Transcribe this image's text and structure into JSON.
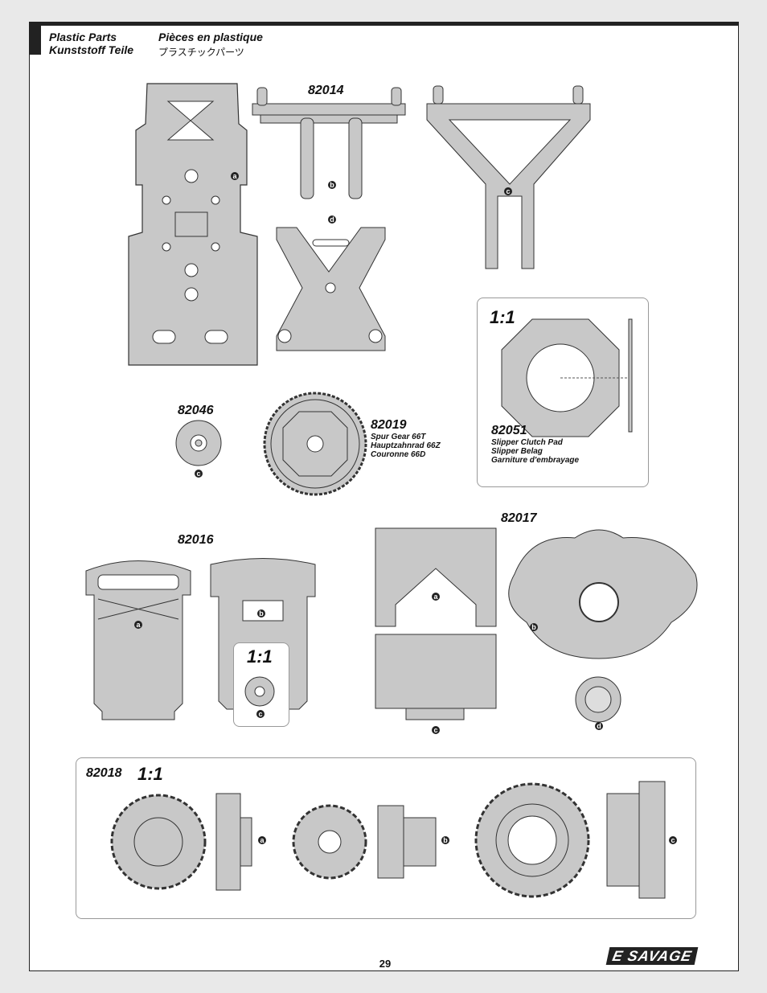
{
  "header": {
    "title_en": "Plastic Parts",
    "title_de": "Kunststoff Teile",
    "title_fr": "Pièces en plastique",
    "title_jp": "プラスチックパーツ"
  },
  "parts": {
    "p82014": "82014",
    "p82046": "82046",
    "p82019": "82019",
    "p82019_en": "Spur Gear 66T",
    "p82019_de": "Hauptzahnrad 66Z",
    "p82019_fr": "Couronne 66D",
    "p82051": "82051",
    "p82051_en": "Slipper Clutch Pad",
    "p82051_de": "Slipper Belag",
    "p82051_fr": "Garniture d'embrayage",
    "p82017": "82017",
    "p82016": "82016",
    "p82018": "82018"
  },
  "scales": {
    "s1": "1:1",
    "s2": "1:1",
    "s3": "1:1"
  },
  "labels": {
    "a": "a",
    "b": "b",
    "c": "c",
    "d": "d"
  },
  "footer": {
    "page_number": "29",
    "brand": "E SAVAGE"
  },
  "colors": {
    "part_fill": "#c8c8c8",
    "part_stroke": "#333333",
    "header_bar": "#222222"
  }
}
